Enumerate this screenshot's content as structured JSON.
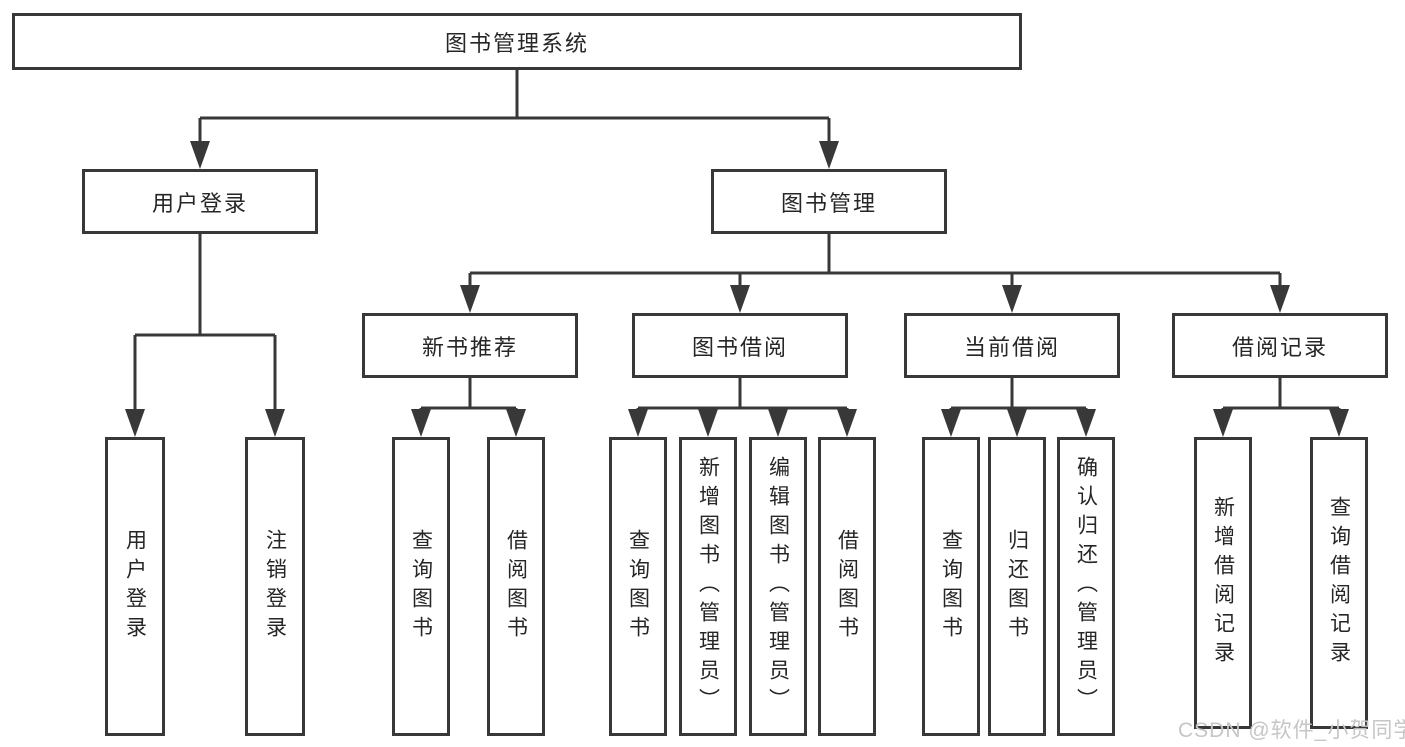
{
  "tree": {
    "label": "图书管理系统",
    "children": [
      {
        "label": "用户登录",
        "children": [
          {
            "label": "用户登录"
          },
          {
            "label": "注销登录"
          }
        ]
      },
      {
        "label": "图书管理",
        "children": [
          {
            "label": "新书推荐",
            "children": [
              {
                "label": "查询图书"
              },
              {
                "label": "借阅图书"
              }
            ]
          },
          {
            "label": "图书借阅",
            "children": [
              {
                "label": "查询图书"
              },
              {
                "label": "新增图书（管理员）"
              },
              {
                "label": "编辑图书（管理员）"
              },
              {
                "label": "借阅图书"
              }
            ]
          },
          {
            "label": "当前借阅",
            "children": [
              {
                "label": "查询图书"
              },
              {
                "label": "归还图书"
              },
              {
                "label": "确认归还（管理员）"
              }
            ]
          },
          {
            "label": "借阅记录",
            "children": [
              {
                "label": "新增借阅记录"
              },
              {
                "label": "查询借阅记录"
              }
            ]
          }
        ]
      }
    ]
  },
  "watermark": {
    "text": "CSDN @软件_小贺同学",
    "color": "#c7c5c5"
  },
  "colors": {
    "line": "#383838",
    "box_border": "#383838",
    "text": "#262626",
    "background": "#ffffff"
  }
}
